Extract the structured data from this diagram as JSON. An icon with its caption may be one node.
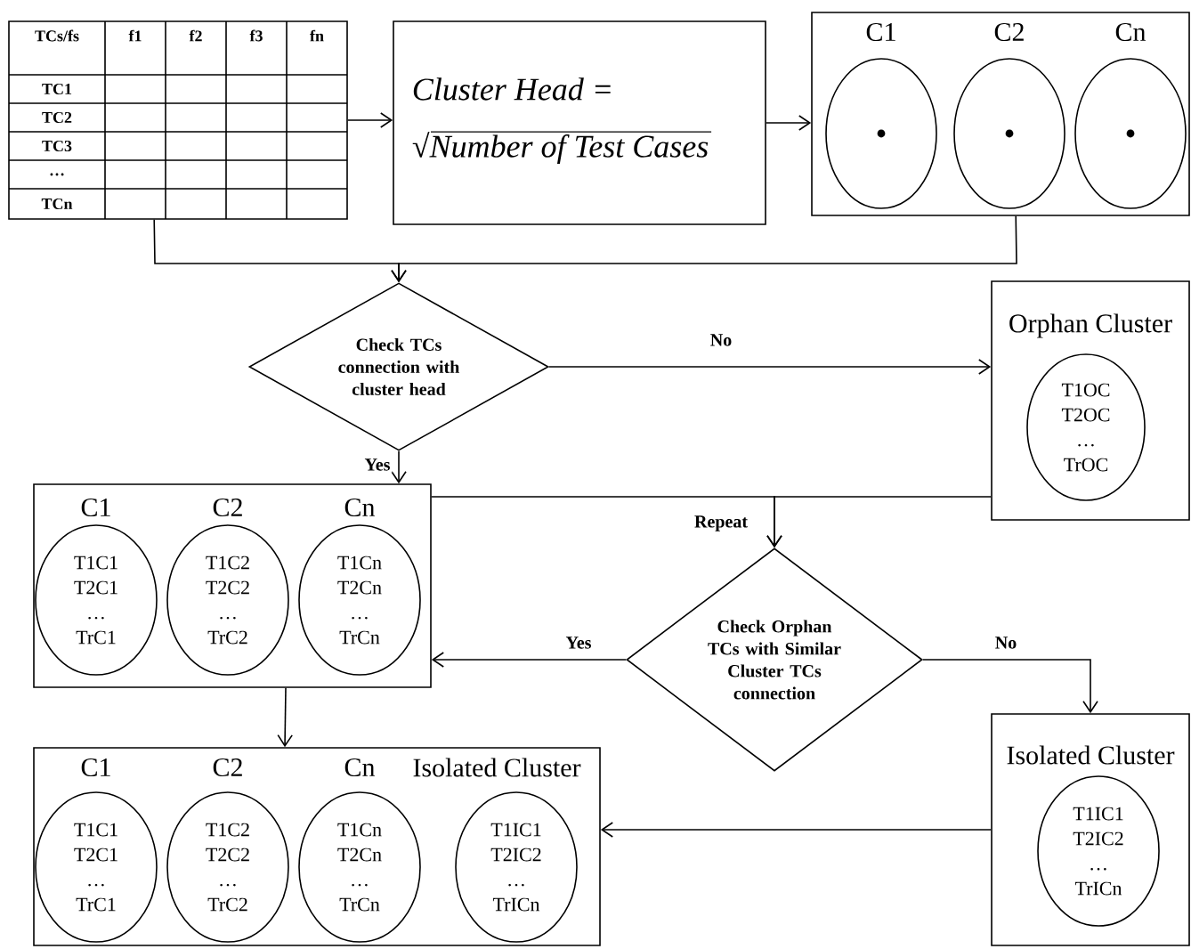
{
  "diagram": {
    "nodes": [
      {
        "text": [
          "TCs/fs",
          "f1",
          "f2",
          "f3",
          "fn",
          "TC1",
          "TC2",
          "TC3",
          "…",
          "TCn"
        ]
      },
      {
        "text": [
          "Cluster Head =",
          "√Number of Test Cases"
        ]
      },
      {
        "text": [],
        "shape": "box"
      },
      {
        "text": [
          "C1"
        ],
        "in": 2
      },
      {
        "text": [
          "C2"
        ],
        "in": 2
      },
      {
        "text": [
          "Cn"
        ],
        "in": 2
      },
      {
        "text": [
          "Check TCs connection with cluster head"
        ]
      },
      {
        "text": [
          "Orphan Cluster"
        ]
      },
      {
        "text": [
          "T1OC",
          "T2OC",
          "…",
          "TrOC"
        ],
        "in": 7
      },
      {
        "text": [],
        "shape": "box"
      },
      {
        "text": [
          "C1",
          "T1C1",
          "T2C1",
          "…",
          "TrC1"
        ],
        "in": 9
      },
      {
        "text": [
          "C2",
          "T1C2",
          "T2C2",
          "…",
          "TrC2"
        ],
        "in": 9
      },
      {
        "text": [
          "Cn",
          "T1Cn",
          "T2Cn",
          "…",
          "TrCn"
        ],
        "in": 9
      },
      {
        "text": [
          "Check Orphan TCs with Similar Cluster TCs connection"
        ]
      },
      {
        "text": [],
        "shape": "box"
      },
      {
        "text": [
          "C1",
          "T1C1",
          "T2C1",
          "…",
          "TrC1"
        ],
        "in": 14
      },
      {
        "text": [
          "C2",
          "T1C2",
          "T2C2",
          "…",
          "TrC2"
        ],
        "in": 14
      },
      {
        "text": [
          "Cn",
          "T1Cn",
          "T2Cn",
          "…",
          "TrCn"
        ],
        "in": 14
      },
      {
        "text": [
          "Isolated Cluster",
          "T1IC1",
          "T2IC2",
          "…",
          "TrICn"
        ],
        "in": 14
      },
      {
        "text": [
          "Isolated Cluster"
        ]
      },
      {
        "text": [
          "T1IC1",
          "T2IC2",
          "…",
          "TrICn"
        ],
        "in": 19
      }
    ],
    "edges": [
      {
        "from": 0,
        "to": 1,
        "arrow": "to"
      },
      {
        "from": 1,
        "to": 2,
        "arrow": "to"
      },
      {
        "from": 0,
        "to": 6,
        "arrow": "to"
      },
      {
        "from": 2,
        "to": 6,
        "arrow": "to"
      },
      {
        "from": 6,
        "to": 7,
        "arrow": "to",
        "label": "No"
      },
      {
        "from": 6,
        "to": 9,
        "arrow": "to",
        "label": "Yes"
      },
      {
        "from": 9,
        "to": 13,
        "arrow": "to"
      },
      {
        "from": 7,
        "to": 13,
        "arrow": "to",
        "label": "Repeat"
      },
      {
        "from": 13,
        "to": 9,
        "arrow": "to",
        "label": "Yes"
      },
      {
        "from": 13,
        "to": 19,
        "arrow": "to",
        "label": "No"
      },
      {
        "from": 9,
        "to": 14,
        "arrow": "to"
      },
      {
        "from": 19,
        "to": 14,
        "arrow": "to"
      }
    ]
  }
}
